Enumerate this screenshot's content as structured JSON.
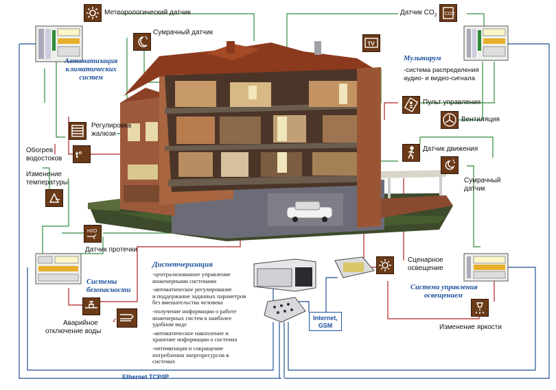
{
  "labels": {
    "meteo_sensor": "Метеорологический датчик",
    "twilight_sensor_top": "Сумрачный датчик",
    "co2_sensor": "Датчик CO",
    "co2_sub": "2",
    "climate_title": "Автоматизация климатических систем",
    "climate_line1": "Автоматизация",
    "climate_line2": "климатических",
    "climate_line3": "систем",
    "multiroom_title": "Мультирум",
    "multiroom_desc1": "-система распределения",
    "multiroom_desc2": "аудио- и видео-сигнала",
    "remote_control": "Пульт управления",
    "ventilation": "Вентиляция",
    "blinds_line1": "Регулировка",
    "blinds_line2": "жалюзи",
    "gutter_heating_line1": "Обогрев",
    "gutter_heating_line2": "водостоков",
    "motion_sensor": "Датчик движения",
    "temp_change_line1": "Изменение",
    "temp_change_line2": "температуры",
    "twilight_sensor_right_line1": "Сумрачный",
    "twilight_sensor_right_line2": "датчик",
    "leak_sensor": "Датчик протечки",
    "security_line1": "Системы",
    "security_line2": "безопасности",
    "water_shutoff_line1": "Аварийное",
    "water_shutoff_line2": "отключение воды",
    "scenario_light_line1": "Сценарное",
    "scenario_light_line2": "освещение",
    "lighting_title_line1": "Система управления",
    "lighting_title_line2": "освещением",
    "brightness_change": "Изменение яркости",
    "internet_line1": "Internet,",
    "internet_line2": "GSM",
    "ethernet": "Ethernet TCP/IP",
    "tv_icon": "TV"
  },
  "dispatching": {
    "title": "Диспетчеризация",
    "items": [
      "-централизованное управление\nинженерными системами",
      "-автоматическое регулирование\nи поддержание заданных параметров\nбез вмешательства человека",
      "-получение информации о работе\nинженерных систем в наиболее\nудобном виде",
      "-автоматическое накопление и\nхранение информации о системах",
      "-оптимизация и сокращение\nпотребления энергоресурсов в\nсистемах"
    ]
  },
  "colors": {
    "line_green": "#2e8b3a",
    "line_blue": "#1f4f8f",
    "line_red": "#b01e1e",
    "title_blue": "#1a4f9c",
    "icon_brown": "#6b3a18"
  },
  "icons": [
    "weather-icon",
    "twilight-icon",
    "co2-icon",
    "tv-icon",
    "remote-icon",
    "fan-icon",
    "blinds-icon",
    "thermostat-icon",
    "motion-icon",
    "twilight-right-icon",
    "temperature-icon",
    "leak-icon",
    "valve-icon",
    "water-shutoff-icon",
    "lamp-icon",
    "brightness-icon"
  ]
}
